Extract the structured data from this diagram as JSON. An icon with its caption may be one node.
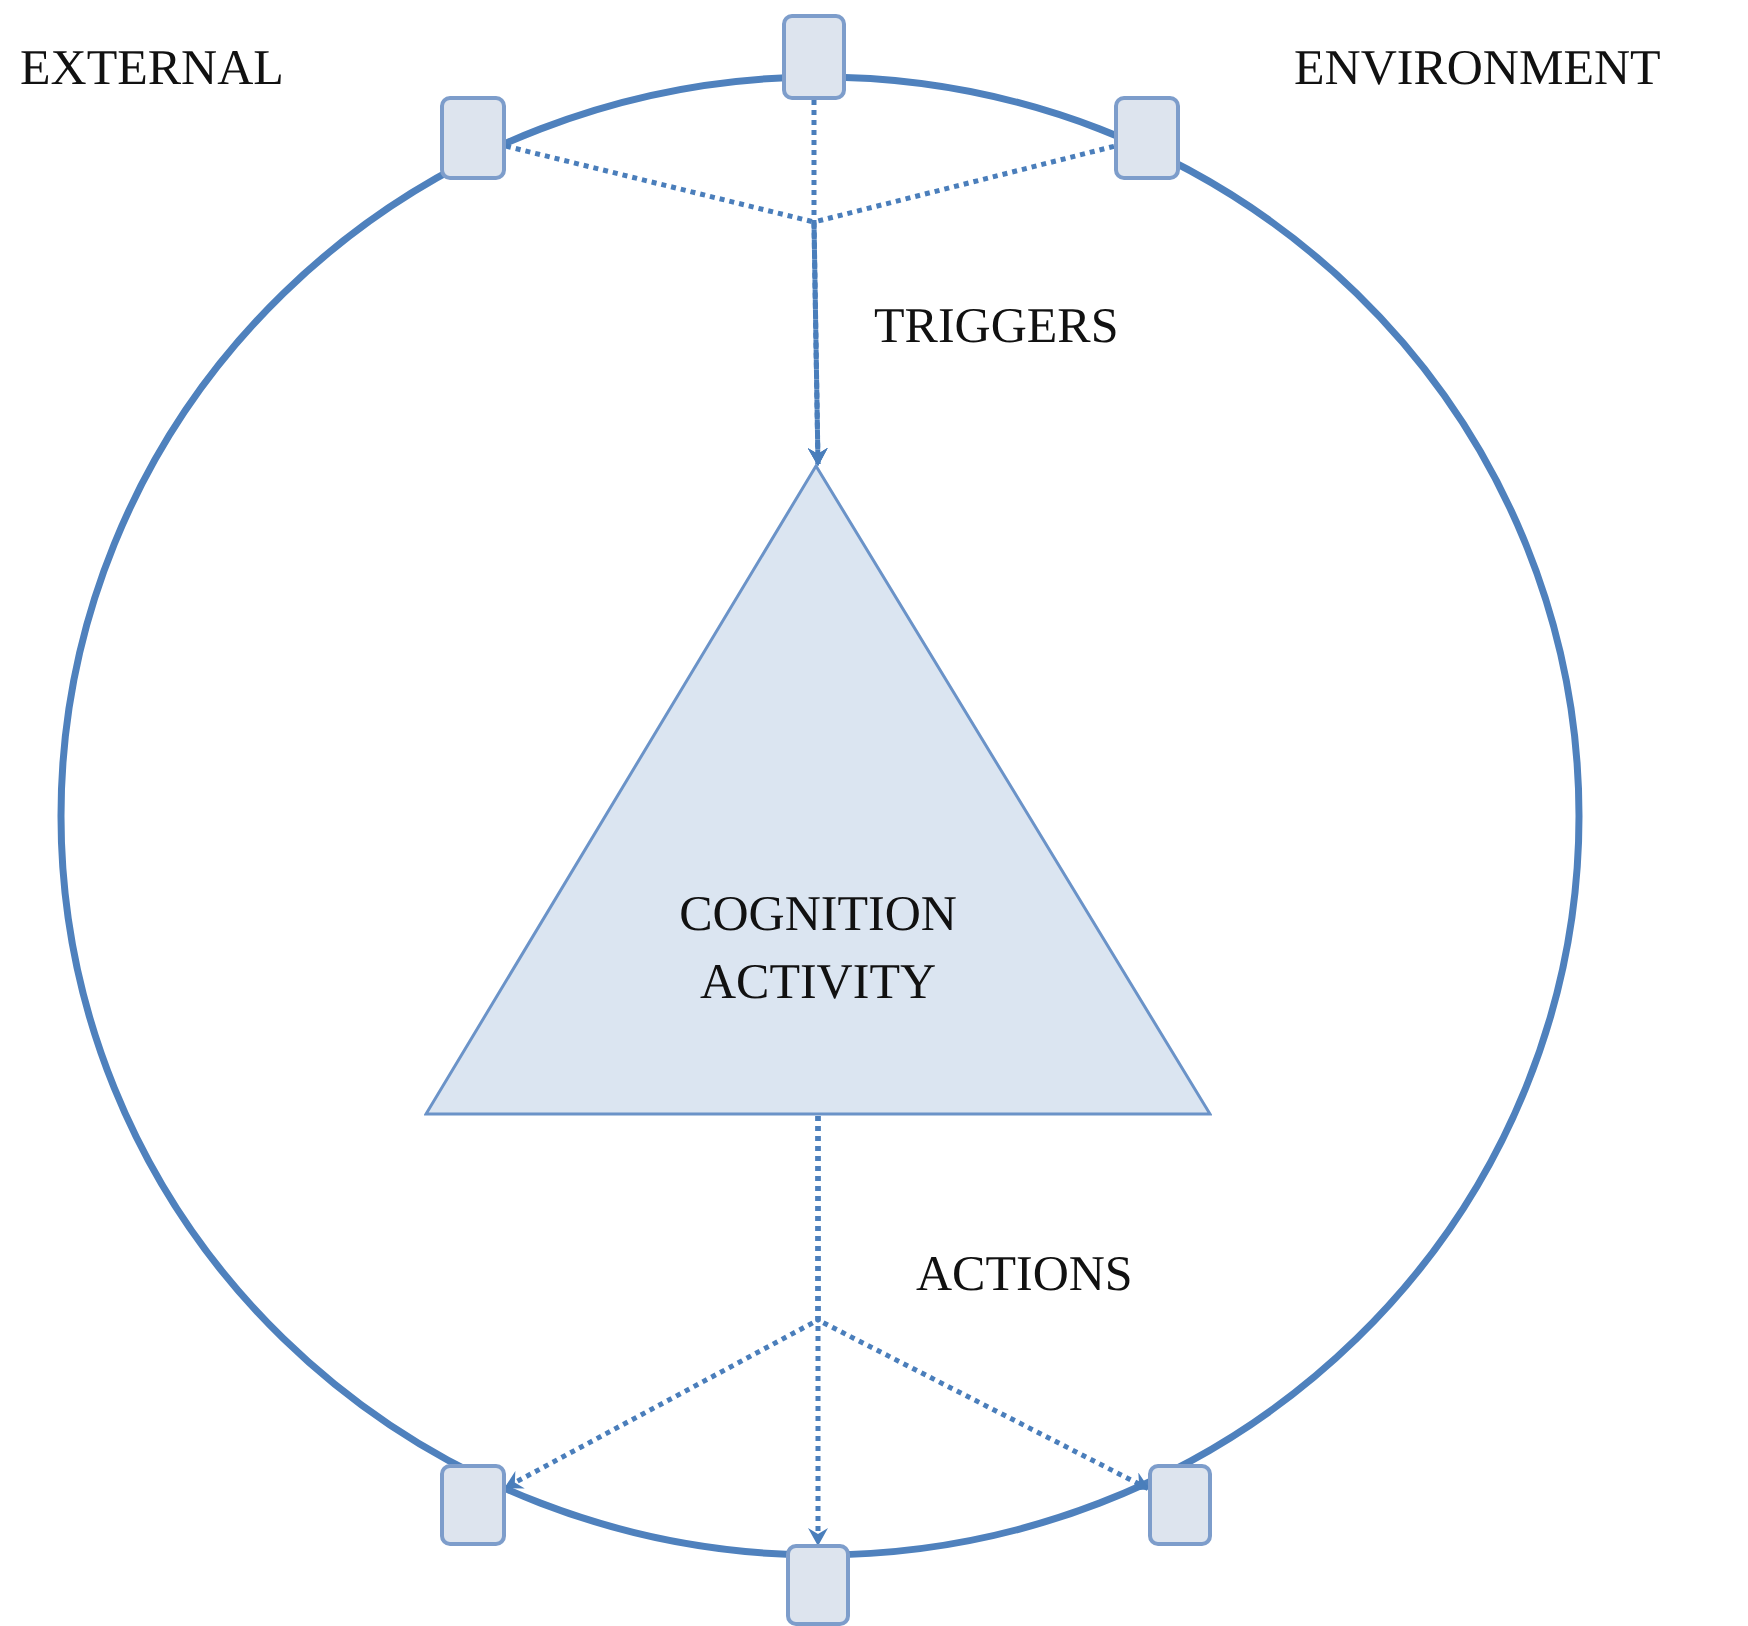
{
  "diagram": {
    "nodes": [
      {
        "text": [],
        "shape": "circle"
      },
      {
        "text": [],
        "shape": "box"
      },
      {
        "text": [],
        "shape": "box"
      },
      {
        "text": [],
        "shape": "box"
      },
      {
        "text": [
          "COGNITION ACTIVITY"
        ],
        "in": 0
      },
      {
        "text": [],
        "shape": "box"
      },
      {
        "text": [],
        "shape": "box"
      },
      {
        "text": [],
        "shape": "box"
      }
    ],
    "edges": [
      {
        "from": 1,
        "to": 4,
        "arrow": "to",
        "style": "dashed"
      },
      {
        "from": 2,
        "to": 4,
        "arrow": "to",
        "style": "dashed",
        "label": "TRIGGERS"
      },
      {
        "from": 3,
        "to": 4,
        "arrow": "to",
        "style": "dashed"
      },
      {
        "from": 4,
        "to": 5,
        "arrow": "to",
        "style": "dashed"
      },
      {
        "from": 4,
        "to": 6,
        "arrow": "to",
        "style": "dashed",
        "label": "ACTIONS"
      },
      {
        "from": 4,
        "to": 7,
        "arrow": "to",
        "style": "dashed"
      }
    ],
    "labels": [
      "EXTERNAL",
      "ENVIRONMENT"
    ]
  }
}
